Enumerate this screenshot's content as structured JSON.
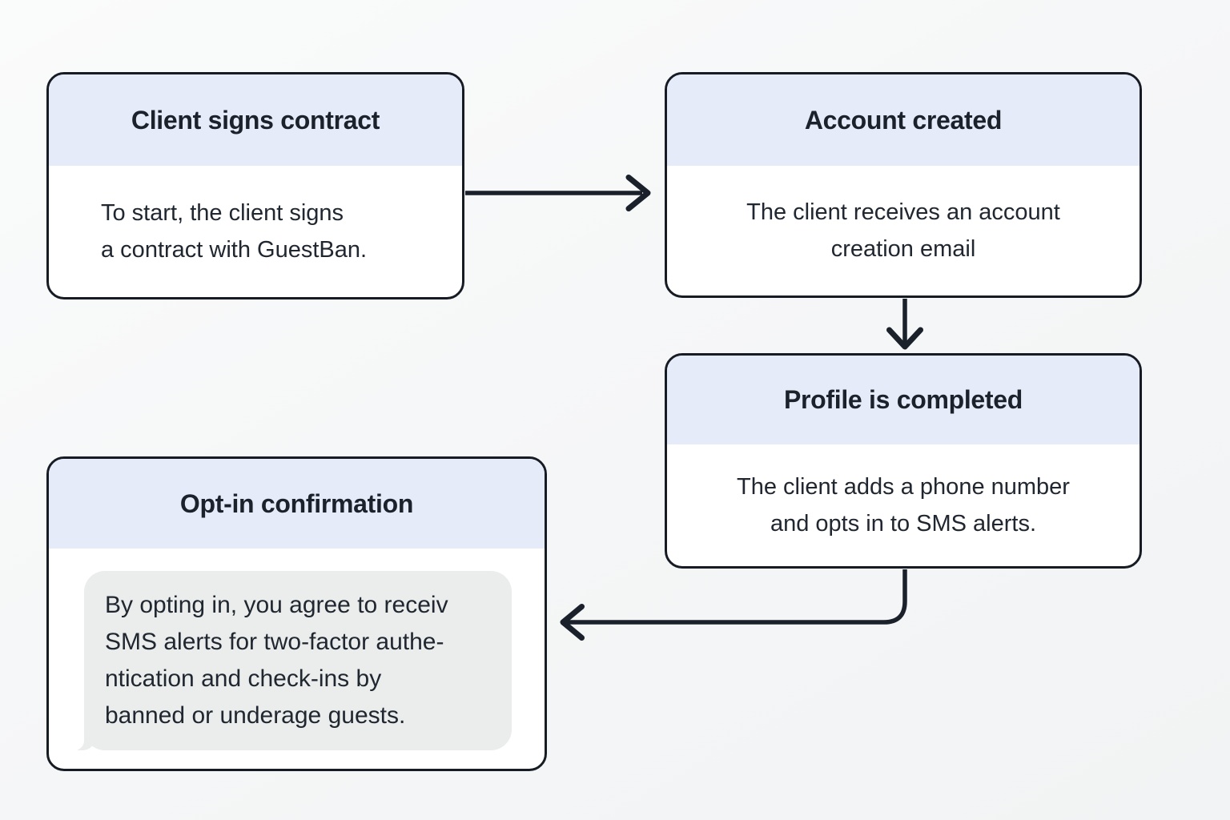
{
  "page": {
    "background_top": "#FAFBFB",
    "background_bottom": "#F1F3F4"
  },
  "diagram": {
    "type": "flowchart",
    "colors": {
      "node_border": "#171C24",
      "node_background": "#FFFFFF",
      "header_background": "#E5EBF8",
      "title_text": "#1C222C",
      "body_text": "#212730",
      "arrow": "#1B212B",
      "sms_bubble_background": "#EAEDEB"
    },
    "nodes": {
      "contract": {
        "title": "Client signs contract",
        "body": "To start, the client signs\na contract with GuestBan."
      },
      "account": {
        "title": "Account created",
        "body": "The client receives an account\ncreation email"
      },
      "profile": {
        "title": "Profile is completed",
        "body": "The client adds a phone number\nand opts in to SMS alerts."
      },
      "optin": {
        "title": "Opt-in confirmation",
        "sms_message": "By opting in, you agree to receiv\nSMS alerts for two-factor authe-\nntication and check-ins by\nbanned or underage guests."
      }
    },
    "edges": [
      {
        "from": "Client signs contract",
        "to": "Account created",
        "direction": "right"
      },
      {
        "from": "Account created",
        "to": "Profile is completed",
        "direction": "down"
      },
      {
        "from": "Profile is completed",
        "to": "Opt-in confirmation",
        "direction": "left"
      }
    ]
  }
}
